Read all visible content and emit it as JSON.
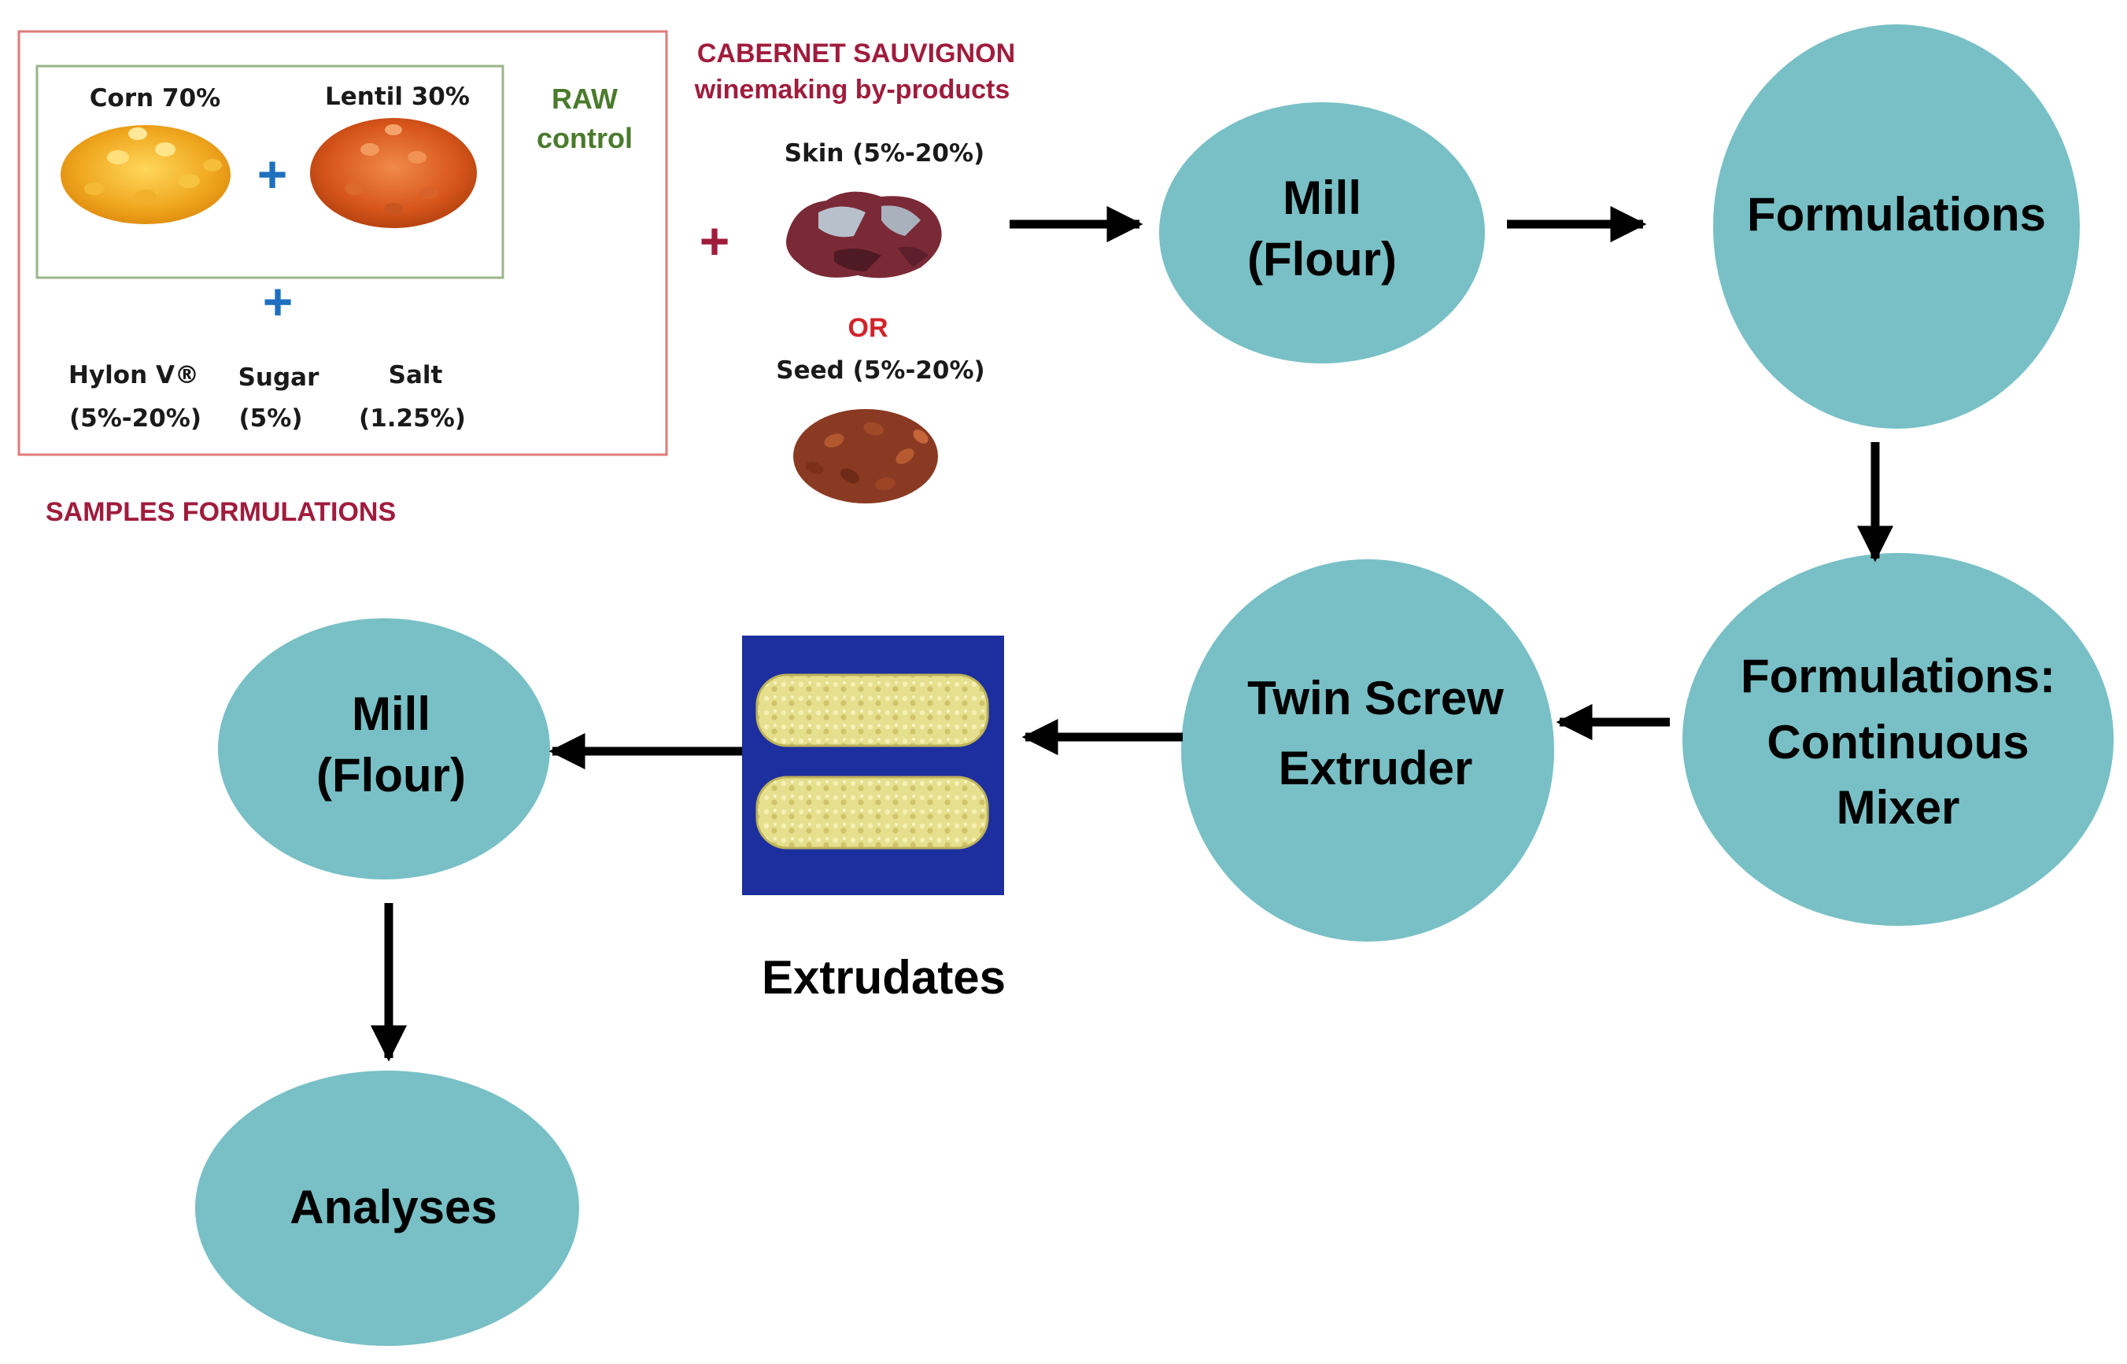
{
  "colors": {
    "node_fill": "#78c0c5",
    "outer_box_border": "#e07a7a",
    "inner_box_border": "#9ab58a",
    "plus_blue": "#1f6fbf",
    "plus_maroon": "#a01c3c",
    "heading_maroon": "#a01c3c",
    "raw_green": "#4a7a2c",
    "or_red": "#d2232a",
    "arrow": "#000000",
    "photo_background": "#1d2f9e"
  },
  "samples": {
    "corn": "Corn 70%",
    "lentil": "Lentil 30%",
    "raw_line1": "RAW",
    "raw_line2": "control",
    "plus": "+",
    "hylon": "Hylon V®",
    "hylon_pct": "(5%-20%)",
    "sugar": "Sugar",
    "sugar_pct": "(5%)",
    "salt": "Salt",
    "salt_pct": "(1.25%)",
    "heading": "SAMPLES FORMULATIONS"
  },
  "byproducts": {
    "title_line1": "CABERNET SAUVIGNON",
    "title_line2": "winemaking by-products",
    "plus": "+",
    "skin": "Skin (5%-20%)",
    "or": "OR",
    "seed": "Seed (5%-20%)"
  },
  "nodes": {
    "mill1_line1": "Mill",
    "mill1_line2": "(Flour)",
    "formulations": "Formulations",
    "mixer_line1": "Formulations:",
    "mixer_line2": "Continuous",
    "mixer_line3": "Mixer",
    "extruder_line1": "Twin Screw",
    "extruder_line2": "Extruder",
    "extrudates": "Extrudates",
    "mill2_line1": "Mill",
    "mill2_line2": "(Flour)",
    "analyses": "Analyses"
  }
}
